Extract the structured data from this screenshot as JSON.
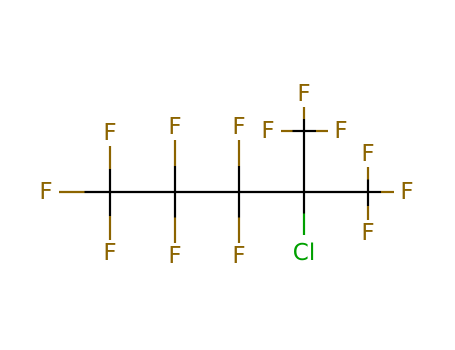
{
  "molecule": {
    "colors": {
      "background": "#ffffff",
      "bond": "#000000",
      "fluorine": "#8c6400",
      "chlorine": "#00a000"
    },
    "atoms": [
      {
        "id": "c1",
        "element": "C",
        "label": ""
      },
      {
        "id": "c2",
        "element": "C",
        "label": ""
      },
      {
        "id": "c3",
        "element": "C",
        "label": ""
      },
      {
        "id": "c4",
        "element": "C",
        "label": ""
      },
      {
        "id": "c5",
        "element": "C",
        "label": ""
      },
      {
        "id": "c6",
        "element": "C",
        "label": ""
      },
      {
        "id": "f1",
        "element": "F",
        "label": "F"
      },
      {
        "id": "f2",
        "element": "F",
        "label": "F"
      },
      {
        "id": "f3",
        "element": "F",
        "label": "F"
      },
      {
        "id": "f4",
        "element": "F",
        "label": "F"
      },
      {
        "id": "f5",
        "element": "F",
        "label": "F"
      },
      {
        "id": "f6",
        "element": "F",
        "label": "F"
      },
      {
        "id": "f7",
        "element": "F",
        "label": "F"
      },
      {
        "id": "f8",
        "element": "F",
        "label": "F"
      },
      {
        "id": "f9",
        "element": "F",
        "label": "F"
      },
      {
        "id": "f10",
        "element": "F",
        "label": "F"
      },
      {
        "id": "f11",
        "element": "F",
        "label": "F"
      },
      {
        "id": "f12",
        "element": "F",
        "label": "F"
      },
      {
        "id": "f13",
        "element": "F",
        "label": "F"
      },
      {
        "id": "cl1",
        "element": "Cl",
        "label": "Cl"
      }
    ],
    "bonds": [
      [
        "c1",
        "c2"
      ],
      [
        "c2",
        "c3"
      ],
      [
        "c3",
        "c4"
      ],
      [
        "c4",
        "c5"
      ],
      [
        "c4",
        "c6"
      ],
      [
        "c4",
        "cl1"
      ],
      [
        "c1",
        "f1"
      ],
      [
        "c1",
        "f2"
      ],
      [
        "c1",
        "f3"
      ],
      [
        "c2",
        "f4"
      ],
      [
        "c2",
        "f5"
      ],
      [
        "c3",
        "f6"
      ],
      [
        "c3",
        "f7"
      ],
      [
        "c6",
        "f8"
      ],
      [
        "c6",
        "f9"
      ],
      [
        "c6",
        "f10"
      ],
      [
        "c5",
        "f11"
      ],
      [
        "c5",
        "f12"
      ],
      [
        "c5",
        "f13"
      ]
    ]
  }
}
